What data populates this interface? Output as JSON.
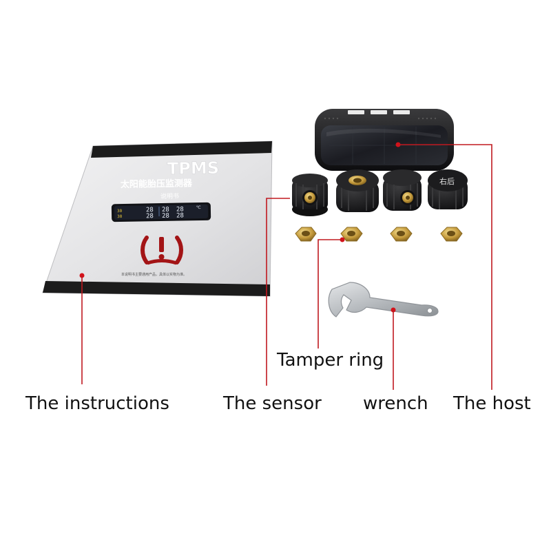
{
  "manual": {
    "title": "TPMS",
    "subtitle": "太阳能胎压监测器",
    "subtitle2": "说明书",
    "display": {
      "row1": [
        "28",
        "28",
        "28"
      ],
      "row2": [
        "28",
        "28",
        "28"
      ],
      "temp1": "30",
      "temp2": "30",
      "unit": "℃"
    },
    "footer_text": "本说明书主要通用产品，具体以实物为准。"
  },
  "sensor_cap_text": "右后",
  "labels": {
    "instructions": "The instructions",
    "sensor": "The sensor",
    "wrench": "wrench",
    "host": "The host",
    "tamper_ring": "Tamper ring"
  },
  "colors": {
    "leader_line": "#c0181f",
    "dot": "#d4121a",
    "manual_cover": "#e9e9ea",
    "band": "#1c1c1c",
    "brass": "#c9a044",
    "sensor_body": "#1e1e1e",
    "wrench": "#c6c9cc"
  }
}
